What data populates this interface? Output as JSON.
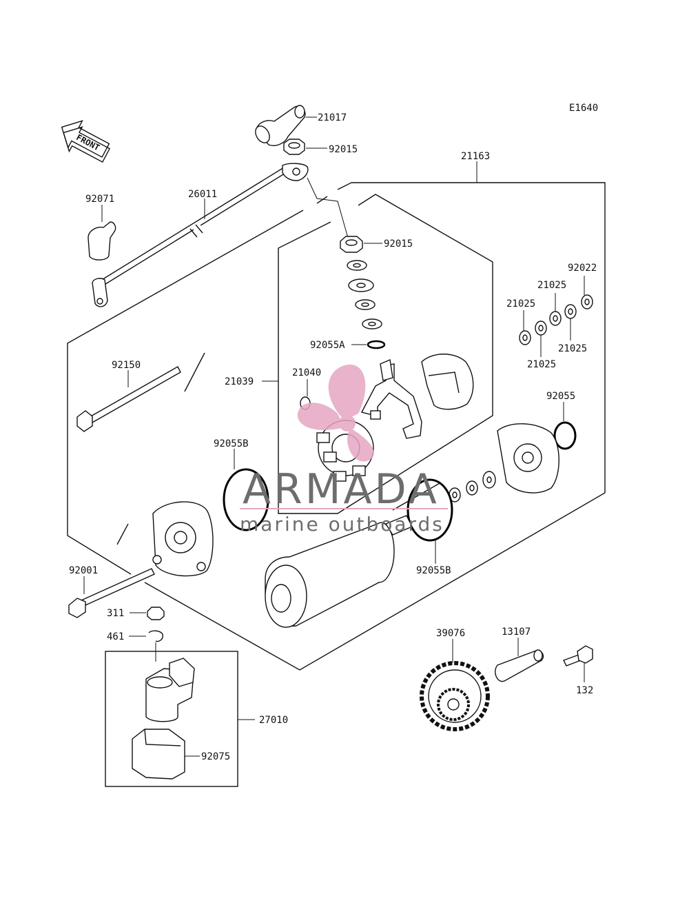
{
  "diagram": {
    "code": "E1640",
    "front_label": "FRONT",
    "watermark": {
      "brand": "ARMADA",
      "tagline": "marine outboards",
      "logo_color": "#e5a6c2",
      "text_color": "#6d6d6d"
    },
    "labels": {
      "p21017": "21017",
      "p92015a": "92015",
      "p92015b": "92015",
      "p21163": "21163",
      "p92071": "92071",
      "p26011": "26011",
      "p92022": "92022",
      "p21025a": "21025",
      "p21025b": "21025",
      "p21025c": "21025",
      "p21025d": "21025",
      "p92055A": "92055A",
      "p21039": "21039",
      "p21040": "21040",
      "p92150": "92150",
      "p92055": "92055",
      "p92055Ba": "92055B",
      "p92055Bb": "92055B",
      "p92001": "92001",
      "p311": "311",
      "p461": "461",
      "p39076": "39076",
      "p13107": "13107",
      "p132": "132",
      "p27010": "27010",
      "p92075": "92075"
    }
  }
}
